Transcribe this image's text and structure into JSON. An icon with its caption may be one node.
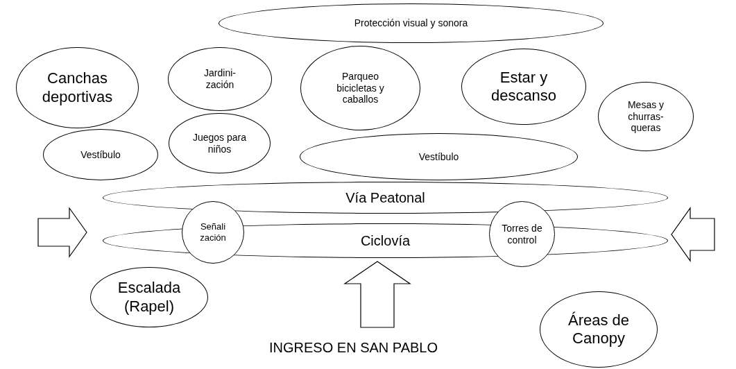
{
  "diagram": {
    "nodes": [
      {
        "text": [
          "Protección visual y sonora"
        ]
      },
      {
        "text": [
          "Canchas deportivas"
        ]
      },
      {
        "text": [
          "Jardini- zación"
        ]
      },
      {
        "text": [
          "Parqueo bicicletas y caballos"
        ]
      },
      {
        "text": [
          "Estar y descanso"
        ]
      },
      {
        "text": [
          "Mesas y churras- queras"
        ]
      },
      {
        "text": [
          "Vestíbulo"
        ]
      },
      {
        "text": [
          "Juegos para niños"
        ]
      },
      {
        "text": [
          "Vestíbulo"
        ]
      },
      {
        "text": [
          "Vía Peatonal"
        ]
      },
      {
        "text": [
          "Ciclovía"
        ]
      },
      {
        "text": [
          "Señalización"
        ]
      },
      {
        "text": [
          "Torres de control"
        ]
      },
      {
        "text": [
          "Escalada (Rapel)"
        ]
      },
      {
        "text": [
          "Áreas de Canopy"
        ]
      }
    ],
    "labels": [
      "INGRESO EN SAN PABLO"
    ]
  }
}
